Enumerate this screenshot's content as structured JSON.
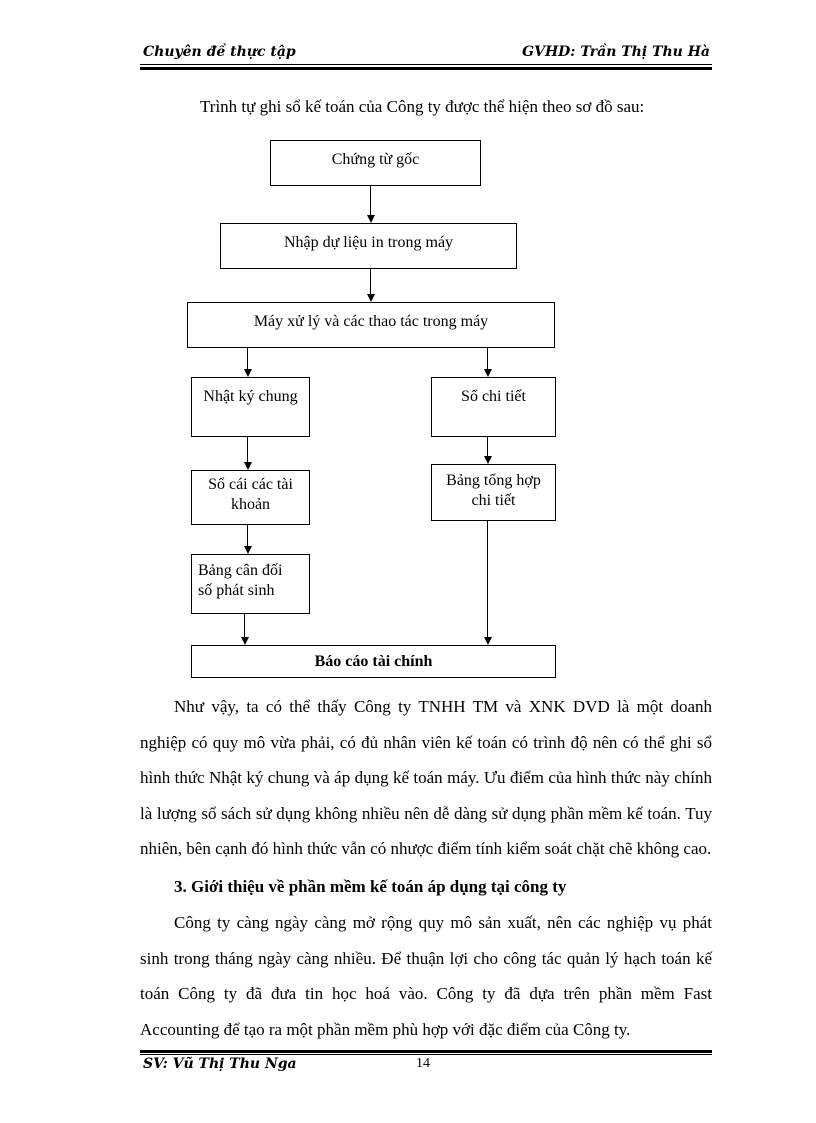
{
  "header": {
    "left": "Chuyên đề thực tập",
    "right": "GVHD: Trần Thị Thu Hà"
  },
  "intro": "Trình tự ghi sổ kế toán của Công ty được thể hiện theo sơ đồ sau:",
  "diagram": {
    "source_docs": "Chứng từ gốc",
    "data_entry": "Nhập dự liệu in trong máy",
    "processing": "Máy xử lý và các thao tác trong máy",
    "general_journal": "Nhật ký chung",
    "detail_ledger": "Sổ chi tiết",
    "general_ledger_line1": "Sổ cái các tài",
    "general_ledger_line2": "khoản",
    "detail_summary_line1": "Bảng tổng hợp",
    "detail_summary_line2": "chi tiết",
    "trial_balance_line1": "Bảng cân đối",
    "trial_balance_line2": "số phát sinh",
    "financial_report": "Báo cáo tài chính"
  },
  "paragraph1": "Như vậy, ta có thể thấy Công ty TNHH TM và XNK DVD là một doanh nghiệp có quy mô vừa phải, có đủ nhân viên kế toán có trình độ nên có thể ghi sổ hình thức Nhật ký chung và áp dụng kế toán máy. Ưu điểm của hình thức này chính là lượng sổ sách sử dụng không nhiều nên dễ dàng sử dụng phần mềm kế toán. Tuy nhiên, bên cạnh đó hình thức vẫn có nhược điểm tính kiểm soát chặt chẽ không cao.",
  "section_heading": "3. Giới thiệu về phần mềm kế toán áp dụng tại công ty",
  "paragraph2": "Công ty càng ngày càng mở rộng quy mô sản xuất, nên các nghiệp vụ phát sinh trong tháng ngày càng nhiều. Để thuận lợi cho công tác quản lý hạch toán kế toán Công ty đã đưa tin học hoá vào. Công ty đã dựa trên phần mềm Fast Accounting để tạo ra một phần mềm phù hợp với đặc điểm của Công ty.",
  "footer": {
    "left": "SV: Vũ Thị Thu Nga",
    "page": "14"
  }
}
